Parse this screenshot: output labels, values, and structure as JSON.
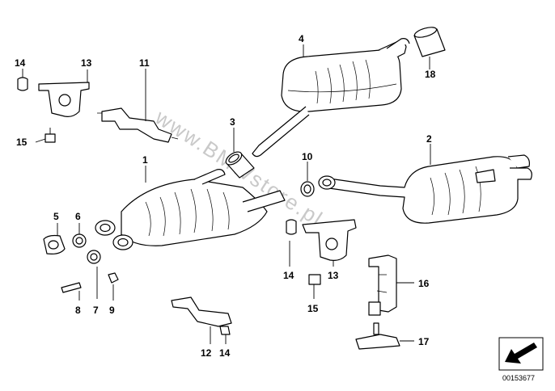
{
  "diagram": {
    "callouts": {
      "p1": "1",
      "p2": "2",
      "p3": "3",
      "p4": "4",
      "p5": "5",
      "p6": "6",
      "p7": "7",
      "p8": "8",
      "p9": "9",
      "p10": "10",
      "p11": "11",
      "p12": "12",
      "p13a": "13",
      "p13b": "13",
      "p14a": "14",
      "p14b": "14",
      "p14c": "14",
      "p15a": "15",
      "p15b": "15",
      "p16": "16",
      "p17": "17",
      "p18": "18"
    },
    "watermark": "www.BMWstore.pl",
    "reference_number": "00153677"
  },
  "colors": {
    "line": "#000000",
    "background": "#ffffff",
    "watermark": "#c9c9c9"
  }
}
